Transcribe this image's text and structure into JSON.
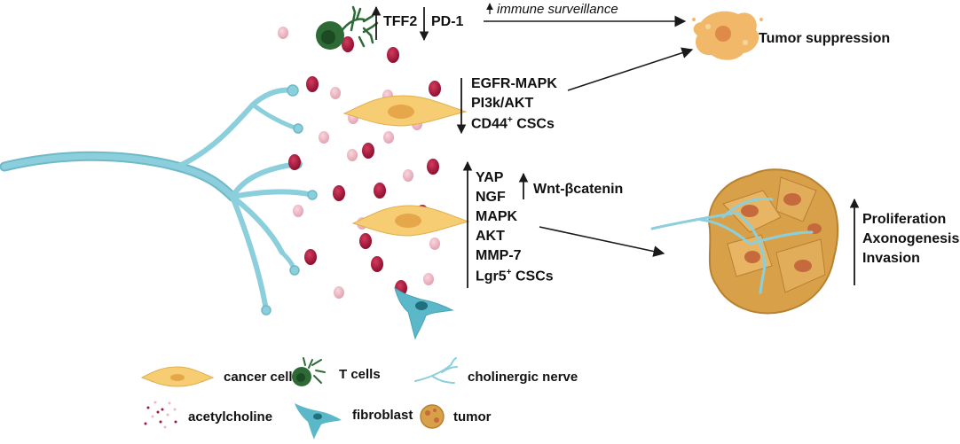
{
  "top": {
    "tff2": "TFF2",
    "pd1": "PD-1",
    "immune": "immune surveillance",
    "tumor_suppression": "Tumor suppression"
  },
  "mid": {
    "items": [
      "EGFR-MAPK",
      "PI3k/AKT",
      "CD44",
      "CSCs"
    ]
  },
  "low": {
    "items": [
      "YAP",
      "NGF",
      "MAPK",
      "AKT",
      "MMP-7",
      "Lgr5",
      "CSCs"
    ],
    "wnt": "Wnt-βcatenin"
  },
  "outcome": {
    "items": [
      "Proliferation",
      "Axonogenesis",
      "Invasion"
    ]
  },
  "legend": {
    "cancer_cell": "cancer cell",
    "t_cells": "T cells",
    "nerve": "cholinergic nerve",
    "ach": "acetylcholine",
    "fibroblast": "fibroblast",
    "tumor": "tumor"
  },
  "colors": {
    "nerve": "#8ccfdc",
    "cancer": "#f6cd72",
    "dark_dot": "#a3163a",
    "light_dot": "#efb9c4",
    "tcell": "#2d6a35",
    "tumor": "#d9a04a"
  }
}
